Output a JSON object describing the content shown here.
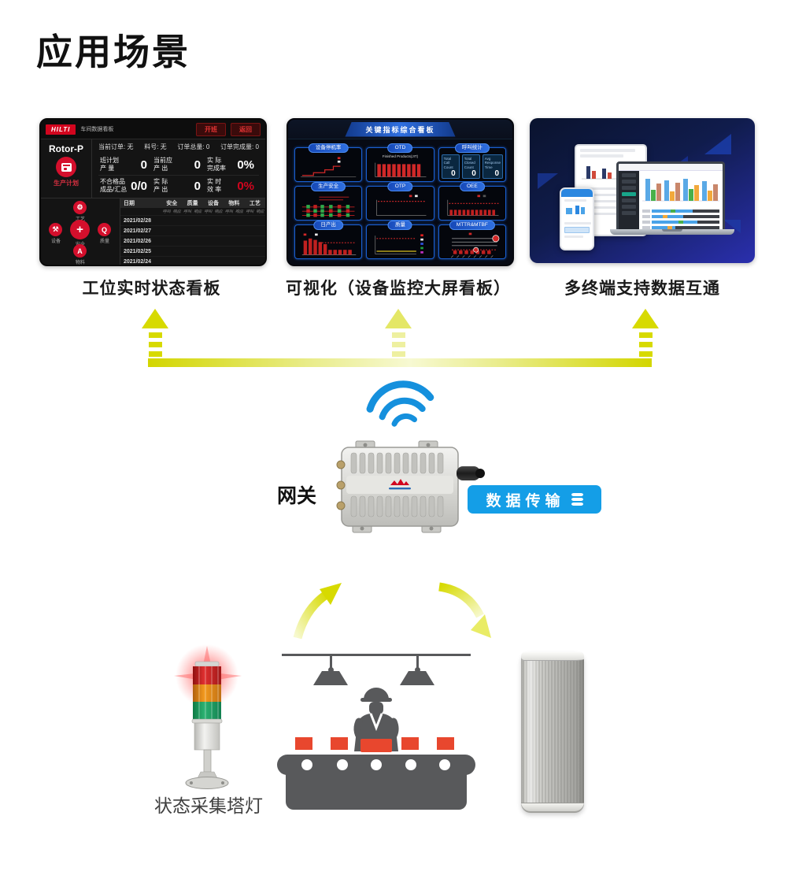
{
  "page": {
    "title": "应用场景"
  },
  "captions": {
    "station": "工位实时状态看板",
    "bigscreen": "可视化（设备监控大屏看板）",
    "terminals": "多终端支持数据互通"
  },
  "station": {
    "brand": "HILTI",
    "header_title": "车间数据看板",
    "btn_start": "开班",
    "btn_back": "返回",
    "device": "Rotor-P",
    "plan_label": "生产计划",
    "orders": {
      "current": "当前订单: 无",
      "part": "料号: 无",
      "total": "订单总量: 0",
      "done": "订单完成量: 0"
    },
    "metrics": [
      {
        "label": "班计划\n产 量",
        "value": "0"
      },
      {
        "label": "当前应\n产 出",
        "value": "0"
      },
      {
        "label": "实 际\n完成率",
        "value": "0%"
      },
      {
        "label": "不合格品\n成品/汇总",
        "value": "0/0"
      },
      {
        "label": "实 际\n产 出",
        "value": "0"
      },
      {
        "label": "实 时\n效 率",
        "value": "0%"
      }
    ],
    "cluster": {
      "top": "工艺",
      "left": "设备",
      "center": "安全",
      "right": "质量",
      "bottom": "物料",
      "glyph_center": "+",
      "glyph_right": "Q",
      "glyph_top": "⚙",
      "glyph_left": "⚒",
      "glyph_bottom": "A"
    },
    "table": {
      "headers": [
        "日期",
        "安全",
        "质量",
        "设备",
        "物料",
        "工艺"
      ],
      "sub_call": "呼叫",
      "sub_resp": "响应",
      "rows": [
        "2021/02/28",
        "2021/02/27",
        "2021/02/26",
        "2021/02/25",
        "2021/02/24"
      ]
    }
  },
  "bigscreen": {
    "title": "关键指标综合看板",
    "tiles": [
      {
        "title": "设备停机率"
      },
      {
        "title": "OTD",
        "subtitle": "Finished Products(JIT)"
      },
      {
        "title": "呼叫统计"
      },
      {
        "title": "生产安全"
      },
      {
        "title": "OTP"
      },
      {
        "title": "OEE"
      },
      {
        "title": "日产出"
      },
      {
        "title": "质量"
      },
      {
        "title": "MTTR&MTBF"
      }
    ],
    "call_stats": [
      {
        "label": "Total Call Count",
        "value": "0"
      },
      {
        "label": "Total Closed Count",
        "value": "0"
      },
      {
        "label": "Avg Response Time",
        "value": "0"
      }
    ]
  },
  "gateway": {
    "label": "网关",
    "button_label": "数据传输"
  },
  "bottom": {
    "tower_label": "状态采集塔灯"
  },
  "colors": {
    "arrow_yellow": "#d7da00",
    "button_blue": "#149ee7",
    "wifi_blue": "#1590dd",
    "hilti_red": "#d2051e",
    "alert_red": "#e8472e",
    "illustration_gray": "#58595b"
  }
}
